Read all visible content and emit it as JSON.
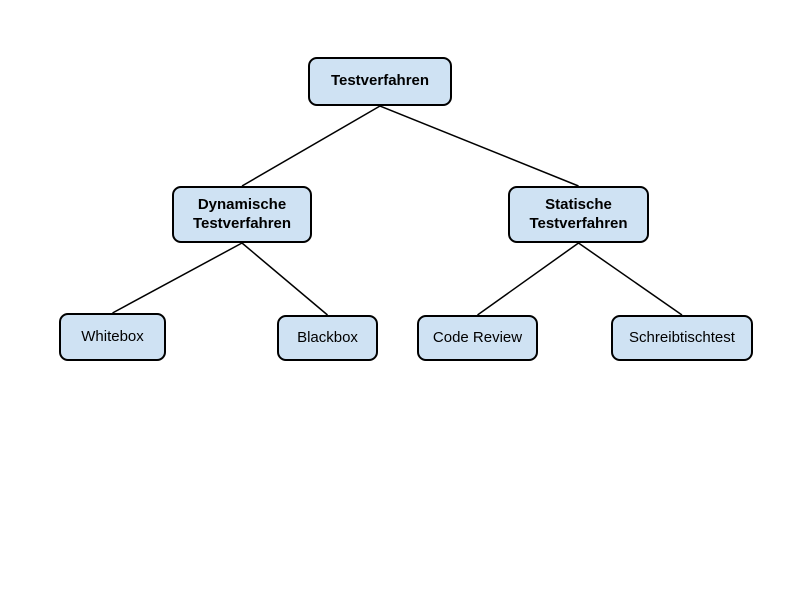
{
  "colors": {
    "background": "#ffffff",
    "node_fill": "#cfe2f3",
    "node_border": "#000000",
    "line": "#000000"
  },
  "diagram": {
    "nodes": {
      "testverfahren": {
        "label": "Testverfahren"
      },
      "dynamische": {
        "label": "Dynamische Testverfahren"
      },
      "statische": {
        "label": "Statische Testverfahren"
      },
      "whitebox": {
        "label": "Whitebox"
      },
      "blackbox": {
        "label": "Blackbox"
      },
      "code_review": {
        "label": "Code Review"
      },
      "schreibtischtest": {
        "label": "Schreibtischtest"
      }
    },
    "edges": [
      {
        "from": "testverfahren",
        "to": "dynamische"
      },
      {
        "from": "testverfahren",
        "to": "statische"
      },
      {
        "from": "dynamische",
        "to": "whitebox"
      },
      {
        "from": "dynamische",
        "to": "blackbox"
      },
      {
        "from": "statische",
        "to": "code_review"
      },
      {
        "from": "statische",
        "to": "schreibtischtest"
      }
    ]
  }
}
